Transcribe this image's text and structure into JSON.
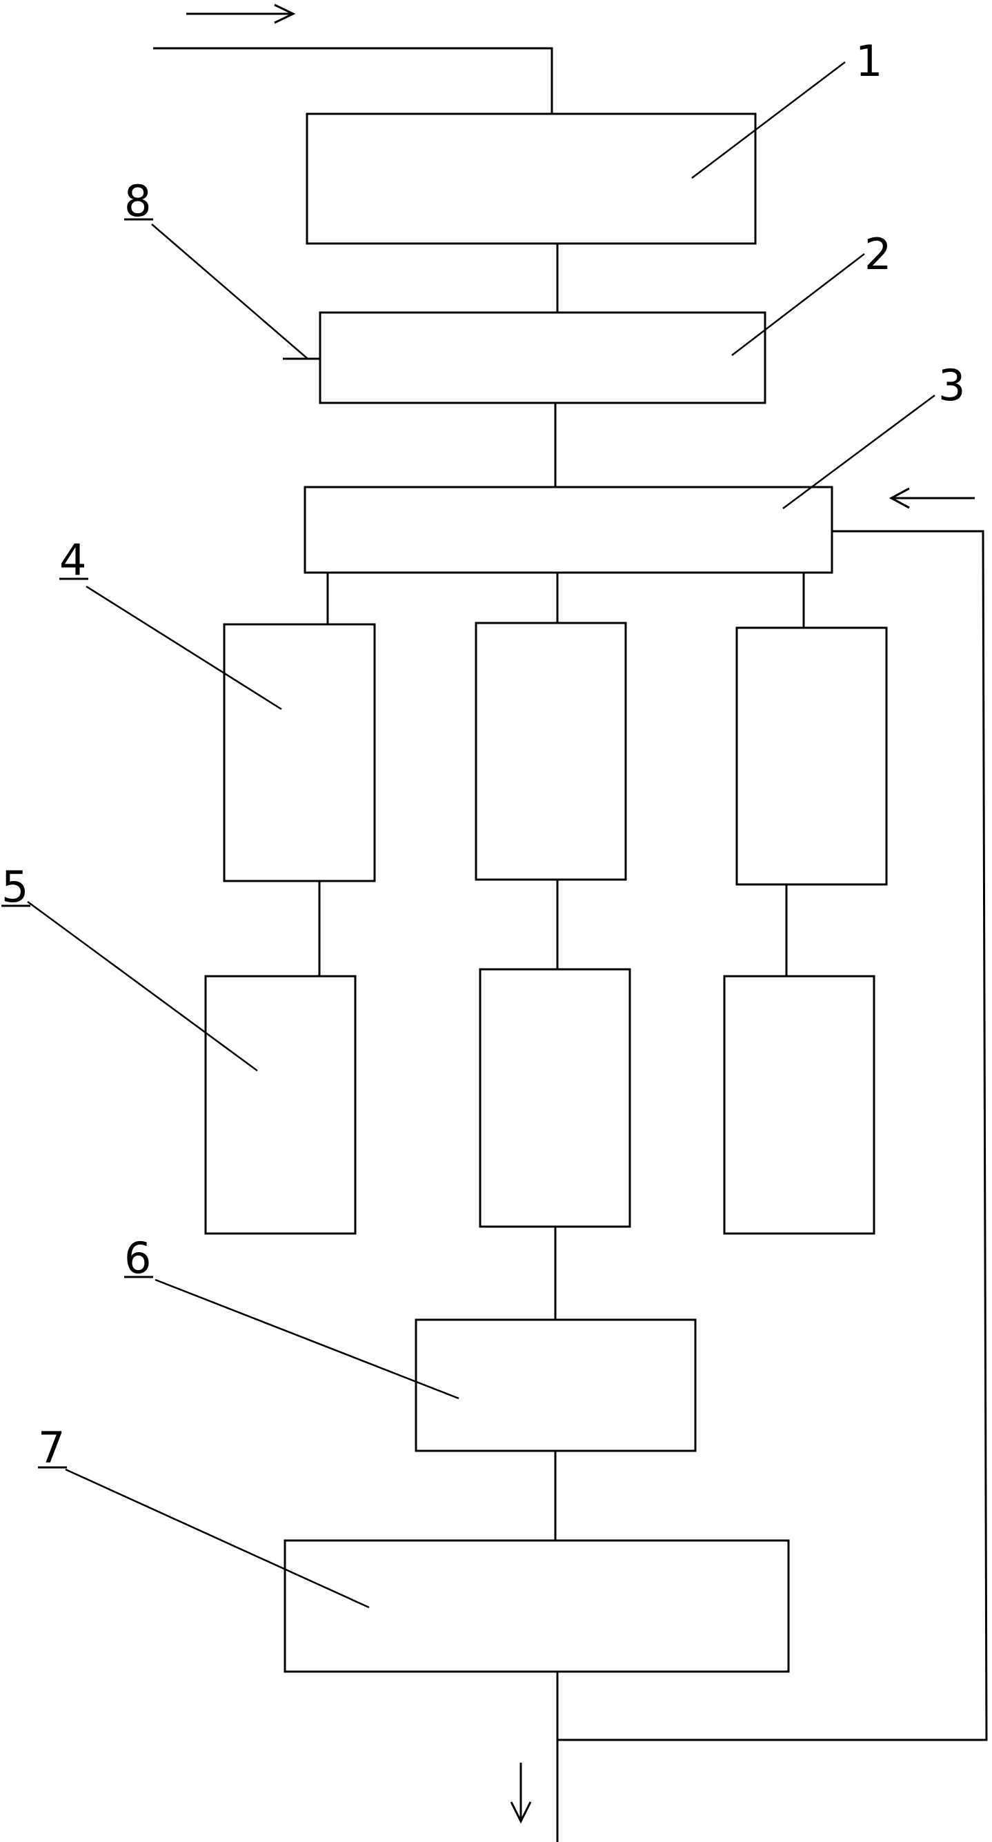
{
  "diagram": {
    "labels": {
      "unit_1": "1",
      "unit_2": "2",
      "unit_3": "3",
      "unit_4": "4",
      "unit_5": "5",
      "unit_6": "6",
      "unit_7": "7",
      "unit_8": "8"
    },
    "icons": {
      "inlet_arrow": "arrow-right-icon",
      "return_arrow": "arrow-left-icon",
      "outlet_arrow": "arrow-down-icon"
    },
    "line_color": "#000000",
    "background": "#ffffff"
  }
}
